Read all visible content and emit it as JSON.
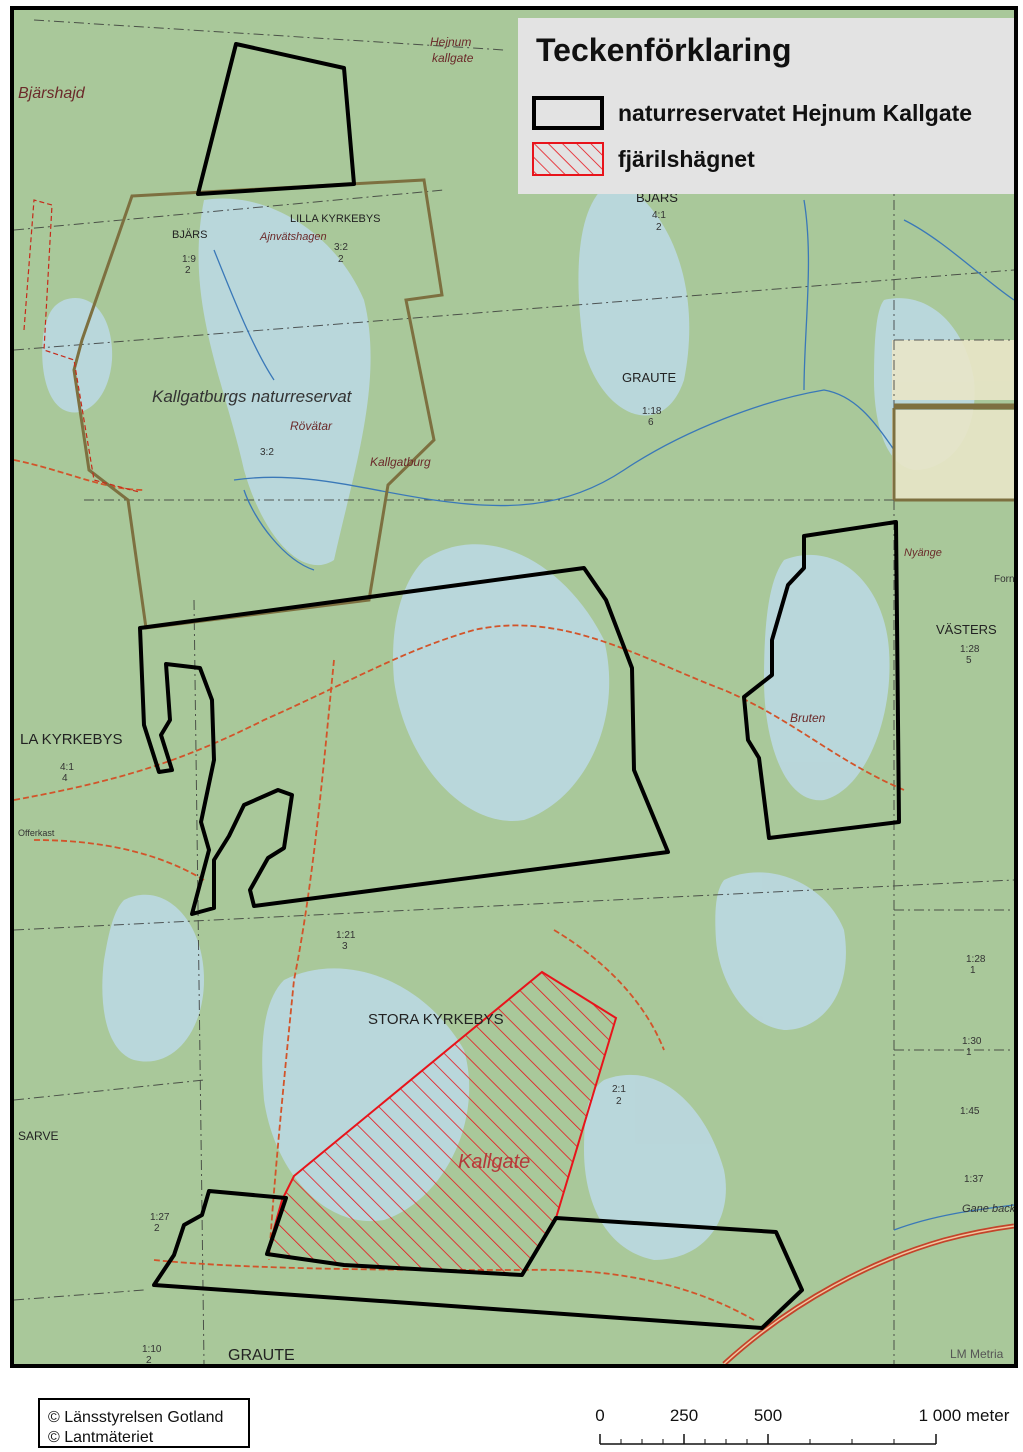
{
  "legend": {
    "title": "Teckenförklaring",
    "items": [
      {
        "label": "naturreservatet Hejnum Kallgate",
        "stroke": "#000000",
        "style": "outline"
      },
      {
        "label": "fjärilshägnet",
        "stroke": "#e8141b",
        "style": "hatched"
      }
    ]
  },
  "map": {
    "labels": {
      "hejnum_kallgate_1": "Hejnum",
      "hejnum_kallgate_2": "kallgate",
      "bjarshajd": "Bjärshajd",
      "bjars_top": "BJÄRS",
      "bjars_top_num1": "4:1",
      "bjars_top_num2": "2",
      "lilla_kyrkebys": "LILLA KYRKEBYS",
      "bjars_left": "BJÄRS",
      "bjars_left_num1": "1:9",
      "bjars_left_num2": "2",
      "ajnvatshagen": "Ajnvätshagen",
      "lk_num1": "3:2",
      "lk_num2": "2",
      "kallgatburgs": "Kallgatburgs naturreservat",
      "rovatar": "Rövätar",
      "num_32": "3:2",
      "kallgatburg": "Kallgatburg",
      "graute_mid": "GRAUTE",
      "graute_mid_num1": "1:18",
      "graute_mid_num2": "6",
      "nyange": "Nyänge",
      "fornbo": "Fornbo",
      "vasters": "VÄSTERS",
      "vasters_num1": "1:28",
      "vasters_num2": "5",
      "bruten": "Bruten",
      "la_kyrkebys": "LA KYRKEBYS",
      "la_num1": "4:1",
      "la_num2": "4",
      "offerkast": "Offerkast",
      "num_121a": "1:21",
      "num_121b": "3",
      "stora_kyrkebys": "STORA KYRKEBYS",
      "num_128a": "1:28",
      "num_128b": "1",
      "num_130a": "1:30",
      "num_130b": "1",
      "num_21a": "2:1",
      "num_21b": "2",
      "num_145": "1:45",
      "sarve": "SARVE",
      "kallgate": "Kallgate",
      "num_137": "1:37",
      "gane_back": "Gane back",
      "num_127a": "1:27",
      "num_127b": "2",
      "num_110a": "1:10",
      "num_110b": "2",
      "graute_bottom": "GRAUTE",
      "lm_metria": "LM Metria"
    }
  },
  "copyright": {
    "line1": "© Länsstyrelsen Gotland",
    "line2": "© Lantmäteriet"
  },
  "scalebar": {
    "labels": [
      "0",
      "250",
      "500",
      "1 000 meter"
    ]
  },
  "colors": {
    "forest": "#a9c89a",
    "wetland": "#bcd9e6",
    "reserve_outline": "#000000",
    "butterfly_hatch": "#e8141b",
    "other_reserve": "#7d7040",
    "road": "#d2542a",
    "stream": "#3a78b8"
  }
}
